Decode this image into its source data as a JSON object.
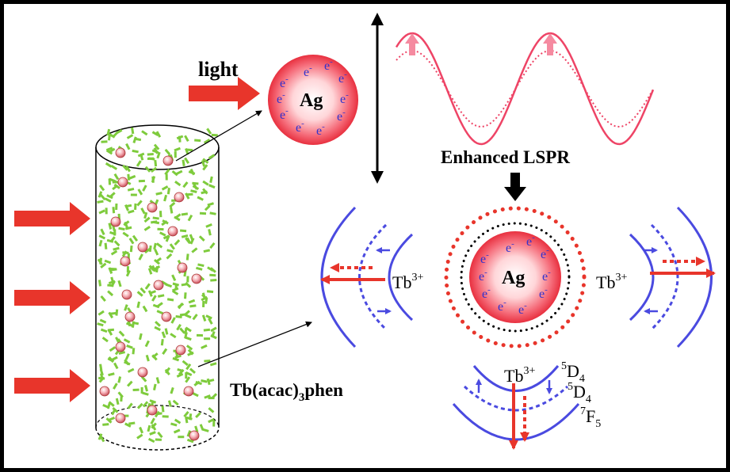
{
  "labels": {
    "light": "light",
    "ag_top": "Ag",
    "ag_center": "Ag",
    "enhanced_lspr": "Enhanced LSPR",
    "tb_left": "Tb",
    "tb_right": "Tb",
    "tb_bottom": "Tb",
    "tb_charge": "3+",
    "complex_prefix": "Tb(acac)",
    "complex_subscript": "3",
    "complex_suffix": "phen",
    "electron": "e",
    "electron_charge": "-",
    "level_5d4_sup": "5",
    "level_5d4_main": "D",
    "level_5d4_sub": "4",
    "level_7f5_sup": "7",
    "level_7f5_main": "F",
    "level_7f5_sub": "5"
  },
  "colors": {
    "red_arrow": "#e8352b",
    "blue_arc": "#4a4ae0",
    "pink_wave": "#ee4466",
    "green_dash": "#7ecb3c",
    "electron_blue": "#3333cc"
  }
}
